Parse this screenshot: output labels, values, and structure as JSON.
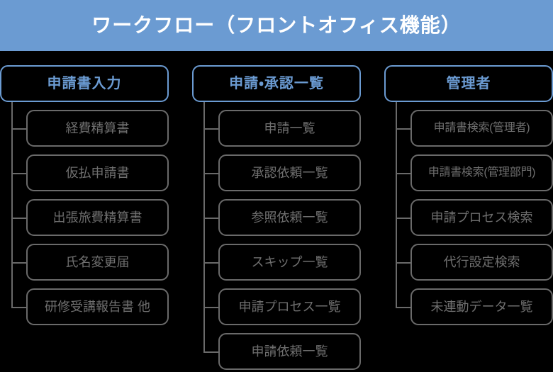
{
  "header": {
    "title": "ワークフロー（フロントオフィス機能）",
    "background_color": "#6b9bd2",
    "text_color": "#ffffff"
  },
  "theme": {
    "page_background": "#000000",
    "accent_blue": "#6b9bd2",
    "box_border_gray": "#6a6a6a",
    "box_text_gray": "#6f6f6f",
    "connector_gray": "#6a6a6a"
  },
  "columns": [
    {
      "head": "申請書入力",
      "items": [
        {
          "label": "経費精算書",
          "compact": false
        },
        {
          "label": "仮払申請書",
          "compact": false
        },
        {
          "label": "出張旅費精算書",
          "compact": false
        },
        {
          "label": "氏名変更届",
          "compact": false
        },
        {
          "label": "研修受講報告書 他",
          "compact": false
        }
      ]
    },
    {
      "head": "申請・承認一覧",
      "items": [
        {
          "label": "申請一覧",
          "compact": false
        },
        {
          "label": "承認依頼一覧",
          "compact": false
        },
        {
          "label": "参照依頼一覧",
          "compact": false
        },
        {
          "label": "スキップ一覧",
          "compact": false
        },
        {
          "label": "申請プロセス一覧",
          "compact": false
        },
        {
          "label": "申請依頼一覧",
          "compact": false
        }
      ]
    },
    {
      "head": "管理者",
      "items": [
        {
          "label": "申請書検索(管理者)",
          "compact": true
        },
        {
          "label": "申請書検索(管理部門)",
          "compact": true
        },
        {
          "label": "申請プロセス検索",
          "compact": false
        },
        {
          "label": "代行設定検索",
          "compact": false
        },
        {
          "label": "未連動データ一覧",
          "compact": false
        }
      ]
    }
  ]
}
